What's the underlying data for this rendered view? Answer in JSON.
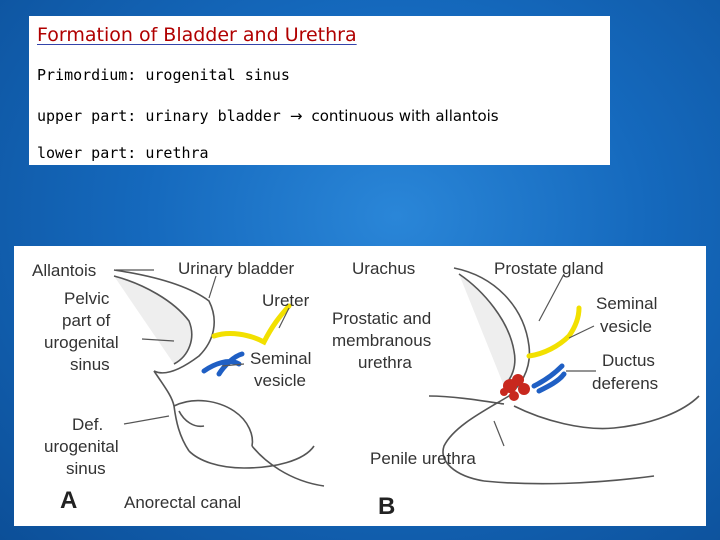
{
  "title": "Formation of Bladder and Urethra",
  "lines": {
    "primordium": "Primordium: urogenital sinus",
    "upper_a": "upper part: urinary bladder",
    "upper_arrow": "→",
    "upper_b": "continuous with allantois",
    "lower": "lower part: urethra"
  },
  "figure_a": {
    "panel_letter": "A",
    "labels": {
      "allantois": "Allantois",
      "pelvic1": "Pelvic",
      "pelvic2": "part of",
      "pelvic3": "urogenital",
      "pelvic4": "sinus",
      "def1": "Def.",
      "def2": "urogenital",
      "def3": "sinus",
      "urinary_bladder": "Urinary bladder",
      "ureter": "Ureter",
      "seminal1": "Seminal",
      "seminal2": "vesicle",
      "anorectal": "Anorectal canal"
    }
  },
  "figure_b": {
    "panel_letter": "B",
    "labels": {
      "urachus": "Urachus",
      "prostate_gland": "Prostate gland",
      "prostatic1": "Prostatic and",
      "prostatic2": "membranous",
      "prostatic3": "urethra",
      "seminal1": "Seminal",
      "seminal2": "vesicle",
      "ductus1": "Ductus",
      "ductus2": "deferens",
      "penile": "Penile urethra"
    }
  },
  "colors": {
    "background": "#1265b8",
    "title_red": "#b00000",
    "ureter_yellow": "#f2e000",
    "duct_blue": "#1f5fc4",
    "prostate_red": "#c8281e"
  }
}
